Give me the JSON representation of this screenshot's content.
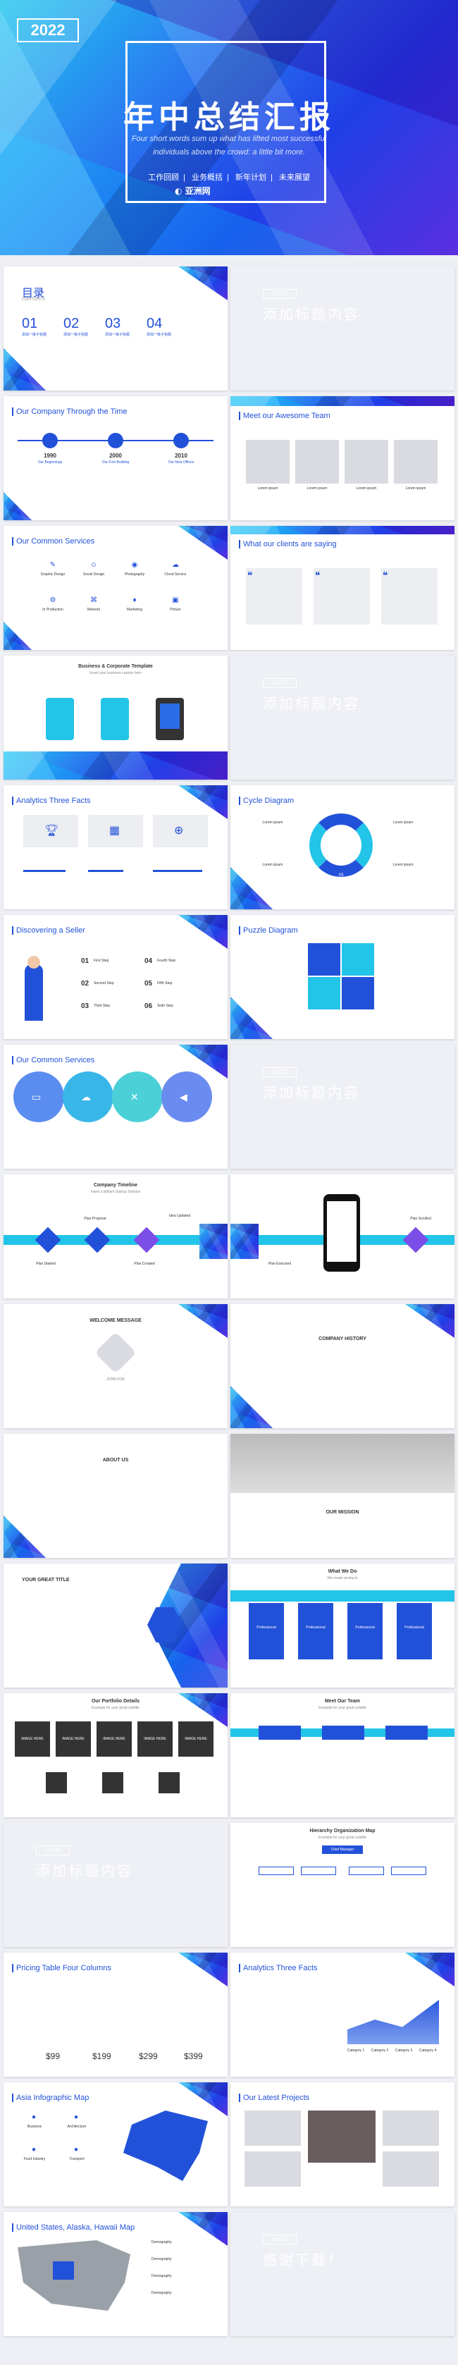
{
  "colors": {
    "accent": "#2251d9",
    "cyan": "#22c4e8",
    "purple": "#5a2fe0",
    "grey": "#d9dbe0"
  },
  "cover": {
    "year": "2022",
    "title": "年中总结汇报",
    "subtitle": "Four short words sum up what has lifted most successful individuals above the crowd: a little bit more.",
    "menu": [
      "工作回顾",
      "业务概括",
      "新年计划",
      "未来展望"
    ],
    "brand": "亚洲网"
  },
  "toc": {
    "title": "目录",
    "subtitle": "CONTENTS",
    "items": [
      {
        "num": "01",
        "label": "添加一级子标题"
      },
      {
        "num": "02",
        "label": "添加一级子标题"
      },
      {
        "num": "03",
        "label": "添加一级子标题"
      },
      {
        "num": "04",
        "label": "添加一级子标题"
      }
    ]
  },
  "section": {
    "logo": "LOGO",
    "text": "添加标题内容"
  },
  "timeline": {
    "title": "Our Company Through the Time",
    "years": [
      {
        "year": "1990",
        "label": "Our Beginnings"
      },
      {
        "year": "2000",
        "label": "Our First Building"
      },
      {
        "year": "2010",
        "label": "Our New Offices"
      }
    ]
  },
  "team": {
    "title": "Meet our Awesome Team",
    "members": [
      "Lorem ipsum",
      "Lorem ipsum",
      "Lorem ipsum",
      "Lorem ipsum"
    ]
  },
  "services": {
    "title": "Our Common Services",
    "items": [
      "Graphic Design",
      "Social Design",
      "Photography",
      "Cloud Service",
      "In Production",
      "Network",
      "Marketing",
      "Picture"
    ]
  },
  "clients": {
    "title": "What our clients are saying"
  },
  "business": {
    "title": "Business & Corporate Template",
    "subtitle": "Insert your business caption here"
  },
  "analytics": {
    "title": "Analytics Three Facts"
  },
  "cycle": {
    "title": "Cycle Diagram",
    "nums": [
      "01",
      "02",
      "03",
      "04"
    ],
    "labels": [
      "Lorem ipsum",
      "Lorem ipsum",
      "Lorem ipsum",
      "Lorem ipsum"
    ]
  },
  "seller": {
    "title": "Discovering a Seller",
    "items": [
      {
        "num": "01",
        "label": "First Step"
      },
      {
        "num": "04",
        "label": "Fourth Step"
      },
      {
        "num": "02",
        "label": "Second Step"
      },
      {
        "num": "05",
        "label": "Fifth Step"
      },
      {
        "num": "03",
        "label": "Third Step"
      },
      {
        "num": "06",
        "label": "Sixth Step"
      }
    ]
  },
  "puzzle": {
    "title": "Puzzle Diagram"
  },
  "services2": {
    "title": "Our Common Services"
  },
  "ctimeline": {
    "title": "Company Timeline",
    "subtitle": "Insert a brilliant Startup Solution",
    "nodes": [
      "Plan Proposal",
      "Idea Updated",
      "Plan Started",
      "Plan Created"
    ]
  },
  "phone": {
    "nodes": [
      "Plan Executed",
      "Plan Scrolled"
    ]
  },
  "welcome": {
    "title": "WELCOME MESSAGE",
    "name": "JOHN DOE"
  },
  "history": {
    "title": "COMPANY HISTORY"
  },
  "about": {
    "title": "ABOUT US"
  },
  "mission": {
    "title": "OUR MISSION"
  },
  "great": {
    "title": "YOUR GREAT TITLE"
  },
  "whatdo": {
    "title": "What We Do",
    "subtitle": "We create products",
    "items": [
      "Professional",
      "Professional",
      "Professional",
      "Professional"
    ]
  },
  "portfolio": {
    "title": "Our Portfolio Details",
    "subtitle": "Example for your great subtitle",
    "items": [
      "IMAGE HERE",
      "IMAGE HERE",
      "IMAGE HERE",
      "IMAGE HERE",
      "IMAGE HERE"
    ]
  },
  "ourteam": {
    "title": "Meet Our Team",
    "subtitle": "Example for your great subtitle"
  },
  "hier": {
    "title": "Hierarchy Organization Map",
    "subtitle": "Example for your great subtitle",
    "root": "Chief Manager"
  },
  "pricing": {
    "title": "Pricing Table Four Columns",
    "prices": [
      "$99",
      "$199",
      "$299",
      "$399"
    ]
  },
  "analytics2": {
    "title": "Analytics Three Facts",
    "cats": [
      "Category 1",
      "Category 2",
      "Category 3",
      "Category 4"
    ]
  },
  "asia": {
    "title": "Asia Infographic Map",
    "labels": [
      "Business",
      "Architecture",
      "Food Industry",
      "Transport"
    ]
  },
  "projects": {
    "title": "Our Latest Projects"
  },
  "usmap": {
    "title": "United States, Alaska, Hawaii Map",
    "labels": [
      "Demography",
      "Demography",
      "Demography",
      "Demography"
    ]
  },
  "thanks": {
    "logo": "LOGO",
    "text": "感谢下载！"
  }
}
